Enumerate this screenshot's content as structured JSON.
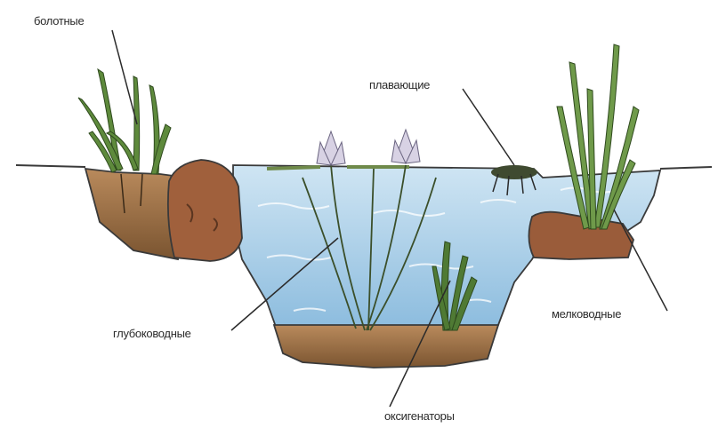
{
  "labels": {
    "marsh": "болотные",
    "floating": "плавающие",
    "deep_water": "глубоководные",
    "shallow_water": "мелководные",
    "oxygenators": "оксигенаторы"
  },
  "colors": {
    "water": "#8fc0e0",
    "water_light": "#cfe5f3",
    "soil": "#a87a4e",
    "soil_dark": "#7a5430",
    "stone": "#9a5c3a",
    "plant": "#5e8a3c",
    "lily": "#c9c2d6",
    "outline": "#3a3a3a"
  }
}
